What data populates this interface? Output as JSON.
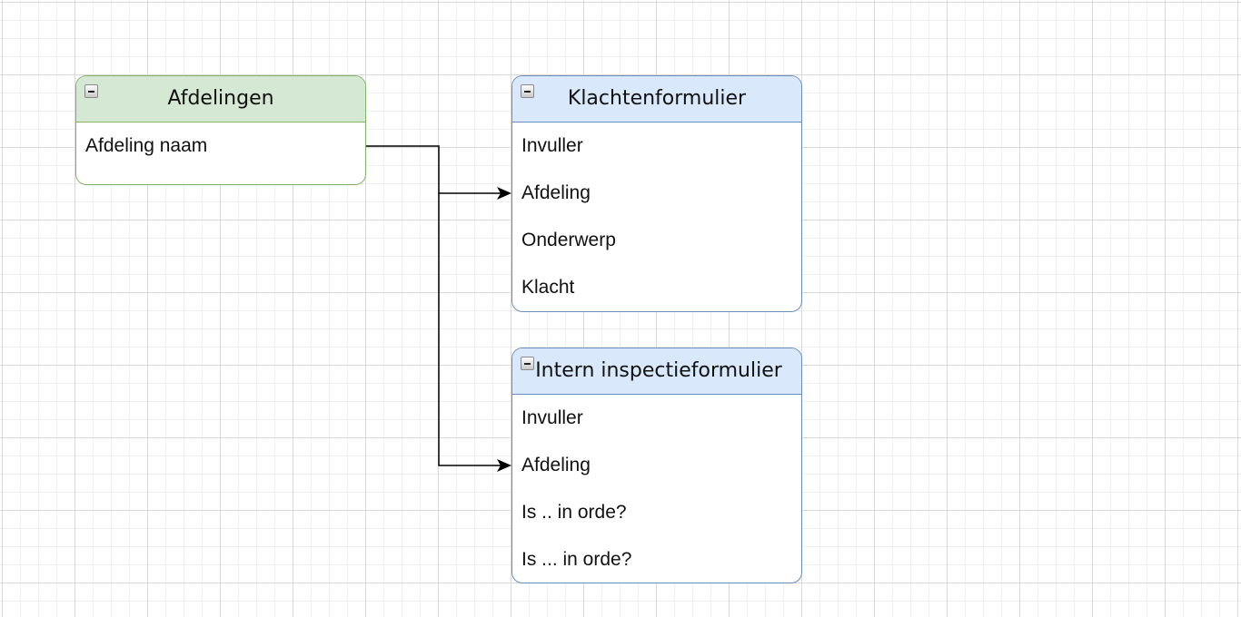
{
  "diagram": {
    "tables": [
      {
        "title": "Afdelingen",
        "color": "#d5e8d4",
        "border": "#82b366",
        "rows": [
          "Afdeling naam"
        ]
      },
      {
        "title": "Klachtenformulier",
        "color": "#dae8fc",
        "border": "#6c8ebf",
        "rows": [
          "Invuller",
          "Afdeling",
          "Onderwerp",
          "Klacht"
        ]
      },
      {
        "title": "Intern inspectieformulier",
        "color": "#dae8fc",
        "border": "#6c8ebf",
        "rows": [
          "Invuller",
          "Afdeling",
          "Is .. in orde?",
          "Is ... in orde?"
        ]
      }
    ],
    "connections": [
      {
        "from": "Afdelingen.Afdeling naam",
        "to": "Klachtenformulier.Afdeling"
      },
      {
        "from": "Afdelingen.Afdeling naam",
        "to": "Intern inspectieformulier.Afdeling"
      }
    ],
    "icons": {
      "collapse": "collapse-icon",
      "arrow": "arrowhead-icon"
    }
  }
}
